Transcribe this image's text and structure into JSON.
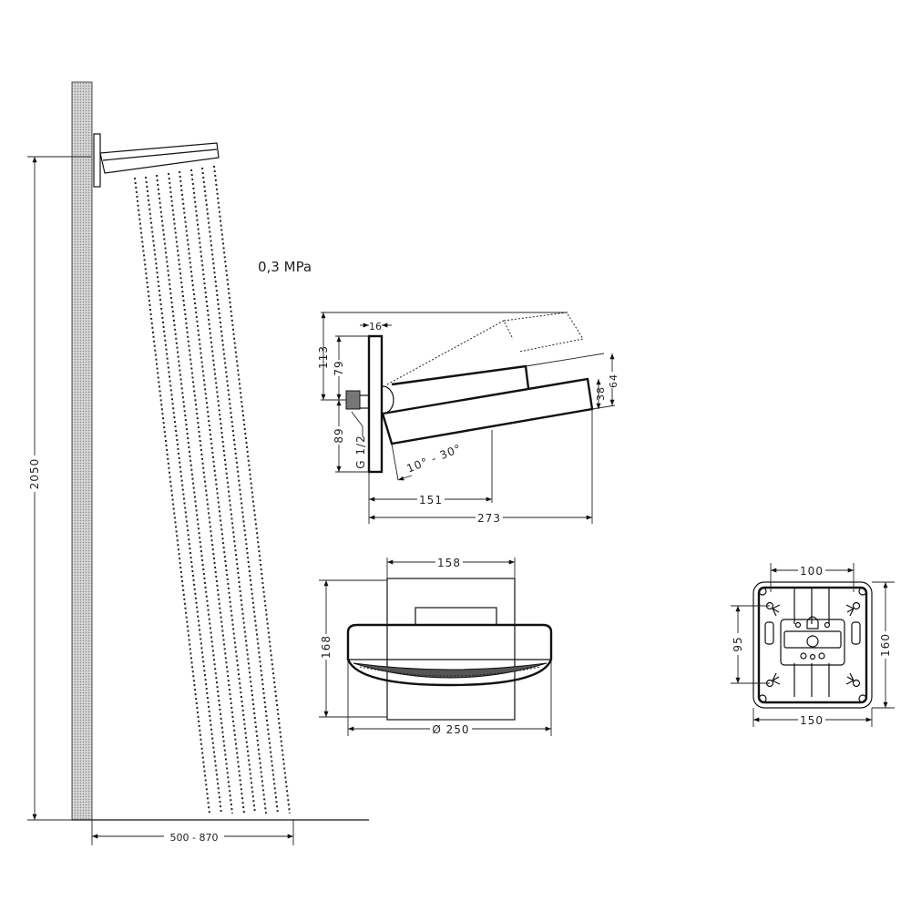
{
  "pressure_label": "0,3 MPa",
  "installation": {
    "height": "2050",
    "distance": "500 - 870"
  },
  "side_view": {
    "plate_thickness": "16",
    "top_height": "113",
    "upper_to_center": "79",
    "lower_to_center": "89",
    "thread": "G 1/2",
    "tilt_range": "10° - 30°",
    "arm_length": "151",
    "total_length": "273",
    "head_thickness": "38",
    "head_height": "64"
  },
  "front_view": {
    "plate_width": "158",
    "total_height": "168",
    "diameter": "Ø 250"
  },
  "backplate": {
    "hole_width": "100",
    "hole_height": "95",
    "height": "160",
    "width": "150"
  }
}
